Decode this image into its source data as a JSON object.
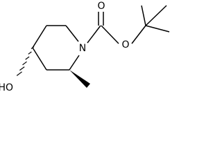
{
  "molecule": {
    "labels": {
      "nitrogen": "N",
      "carbonyl_oxygen": "O",
      "ester_oxygen": "O",
      "hydroxyl": "HO"
    },
    "colors": {
      "bond": "#000000",
      "background": "#ffffff"
    }
  }
}
